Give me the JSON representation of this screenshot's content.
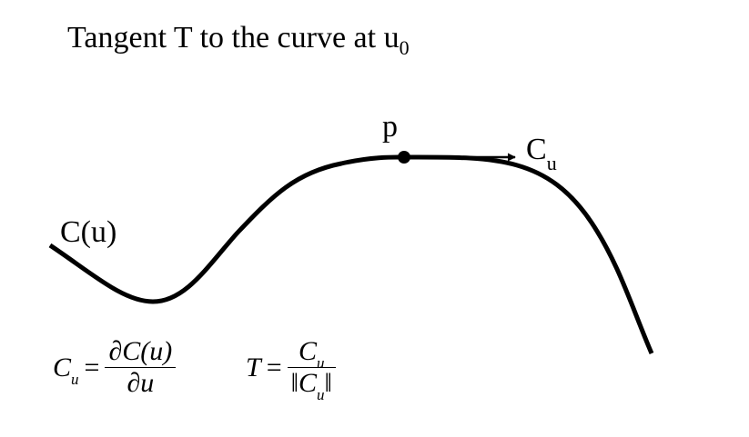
{
  "title": {
    "text": "Tangent T to the curve at u",
    "subscript": "0"
  },
  "labels": {
    "curve": "C(u)",
    "point": "p",
    "tangent": {
      "base": "C",
      "subscript": "u"
    }
  },
  "formulas": {
    "cu": {
      "lhs": {
        "base": "C",
        "subscript": "u"
      },
      "eq": "=",
      "numerator": "∂C(u)",
      "denominator": "∂u"
    },
    "t": {
      "lhs": "T",
      "eq": "=",
      "numerator": {
        "base": "C",
        "subscript": "u"
      },
      "denominator": {
        "left": "‖C",
        "subscript": "u",
        "right": "‖"
      }
    }
  }
}
